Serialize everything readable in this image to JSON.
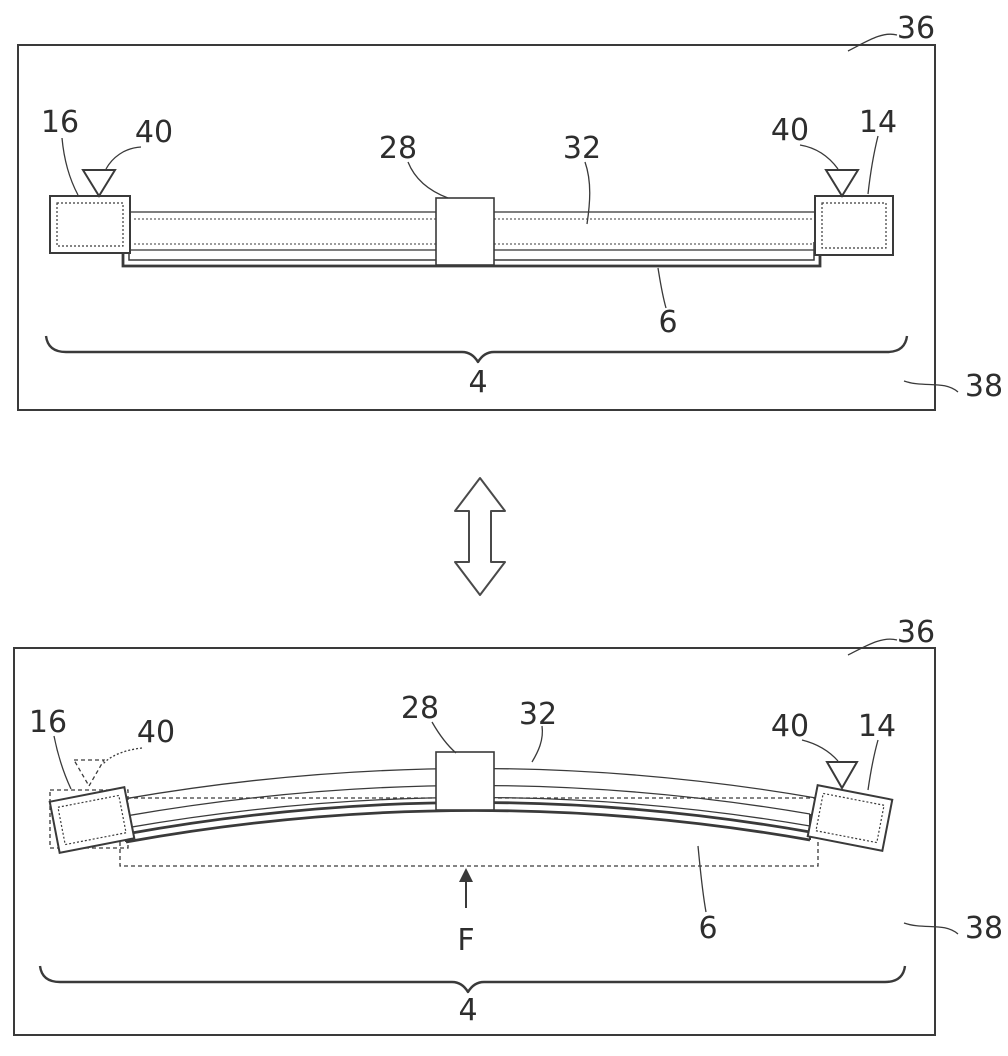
{
  "colors": {
    "line": "#3a3a3a",
    "background": "#ffffff",
    "text": "#2e2e2e"
  },
  "figure": {
    "top": {
      "ref_36": "36",
      "ref_38": "38",
      "ref_16": "16",
      "ref_40_left": "40",
      "ref_28": "28",
      "ref_32": "32",
      "ref_40_right": "40",
      "ref_14": "14",
      "ref_6": "6",
      "ref_4": "4"
    },
    "bottom": {
      "ref_36": "36",
      "ref_38": "38",
      "ref_16": "16",
      "ref_40_left": "40",
      "ref_28": "28",
      "ref_32": "32",
      "ref_40_right": "40",
      "ref_14": "14",
      "ref_6": "6",
      "ref_4": "4",
      "force": "F"
    }
  }
}
